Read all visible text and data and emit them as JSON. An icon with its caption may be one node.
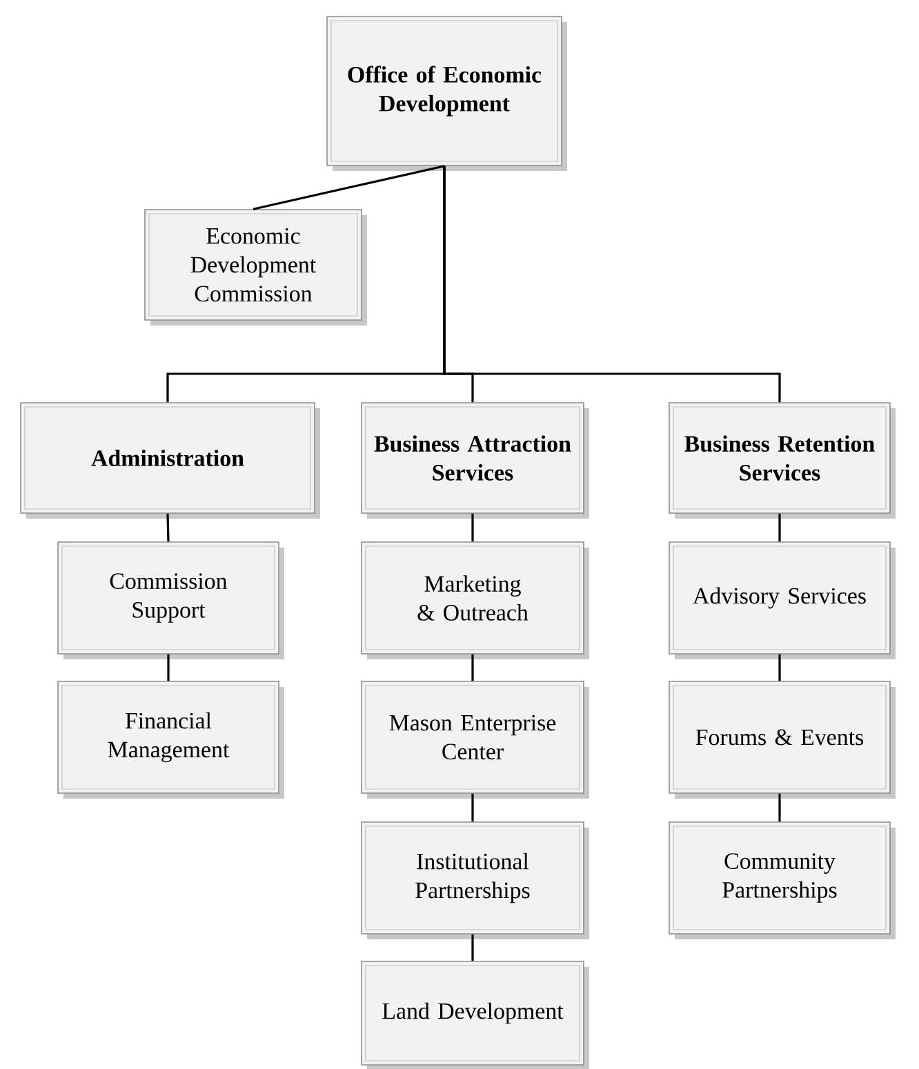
{
  "diagram": {
    "nodes": [
      {
        "text": [
          "Office of Economic Development"
        ]
      },
      {
        "text": [
          "Economic Development Commission"
        ]
      },
      {
        "text": [
          "Administration"
        ]
      },
      {
        "text": [
          "Business Attraction Services"
        ]
      },
      {
        "text": [
          "Business Retention Services"
        ]
      },
      {
        "text": [
          "Commission Support"
        ]
      },
      {
        "text": [
          "Financial Management"
        ]
      },
      {
        "text": [
          "Marketing & Outreach"
        ]
      },
      {
        "text": [
          "Mason Enterprise Center"
        ]
      },
      {
        "text": [
          "Institutional Partnerships"
        ]
      },
      {
        "text": [
          "Land Development"
        ]
      },
      {
        "text": [
          "Advisory Services"
        ]
      },
      {
        "text": [
          "Forums & Events"
        ]
      },
      {
        "text": [
          "Community Partnerships"
        ]
      }
    ],
    "edges": [
      {
        "from": 0,
        "to": 1,
        "arrow": "none"
      },
      {
        "from": 0,
        "to": 2,
        "arrow": "none"
      },
      {
        "from": 0,
        "to": 3,
        "arrow": "none"
      },
      {
        "from": 0,
        "to": 4,
        "arrow": "none"
      },
      {
        "from": 2,
        "to": 5,
        "arrow": "none"
      },
      {
        "from": 5,
        "to": 6,
        "arrow": "none"
      },
      {
        "from": 3,
        "to": 7,
        "arrow": "none"
      },
      {
        "from": 7,
        "to": 8,
        "arrow": "none"
      },
      {
        "from": 8,
        "to": 9,
        "arrow": "none"
      },
      {
        "from": 9,
        "to": 10,
        "arrow": "none"
      },
      {
        "from": 4,
        "to": 11,
        "arrow": "none"
      },
      {
        "from": 11,
        "to": 12,
        "arrow": "none"
      },
      {
        "from": 12,
        "to": 13,
        "arrow": "none"
      }
    ]
  }
}
